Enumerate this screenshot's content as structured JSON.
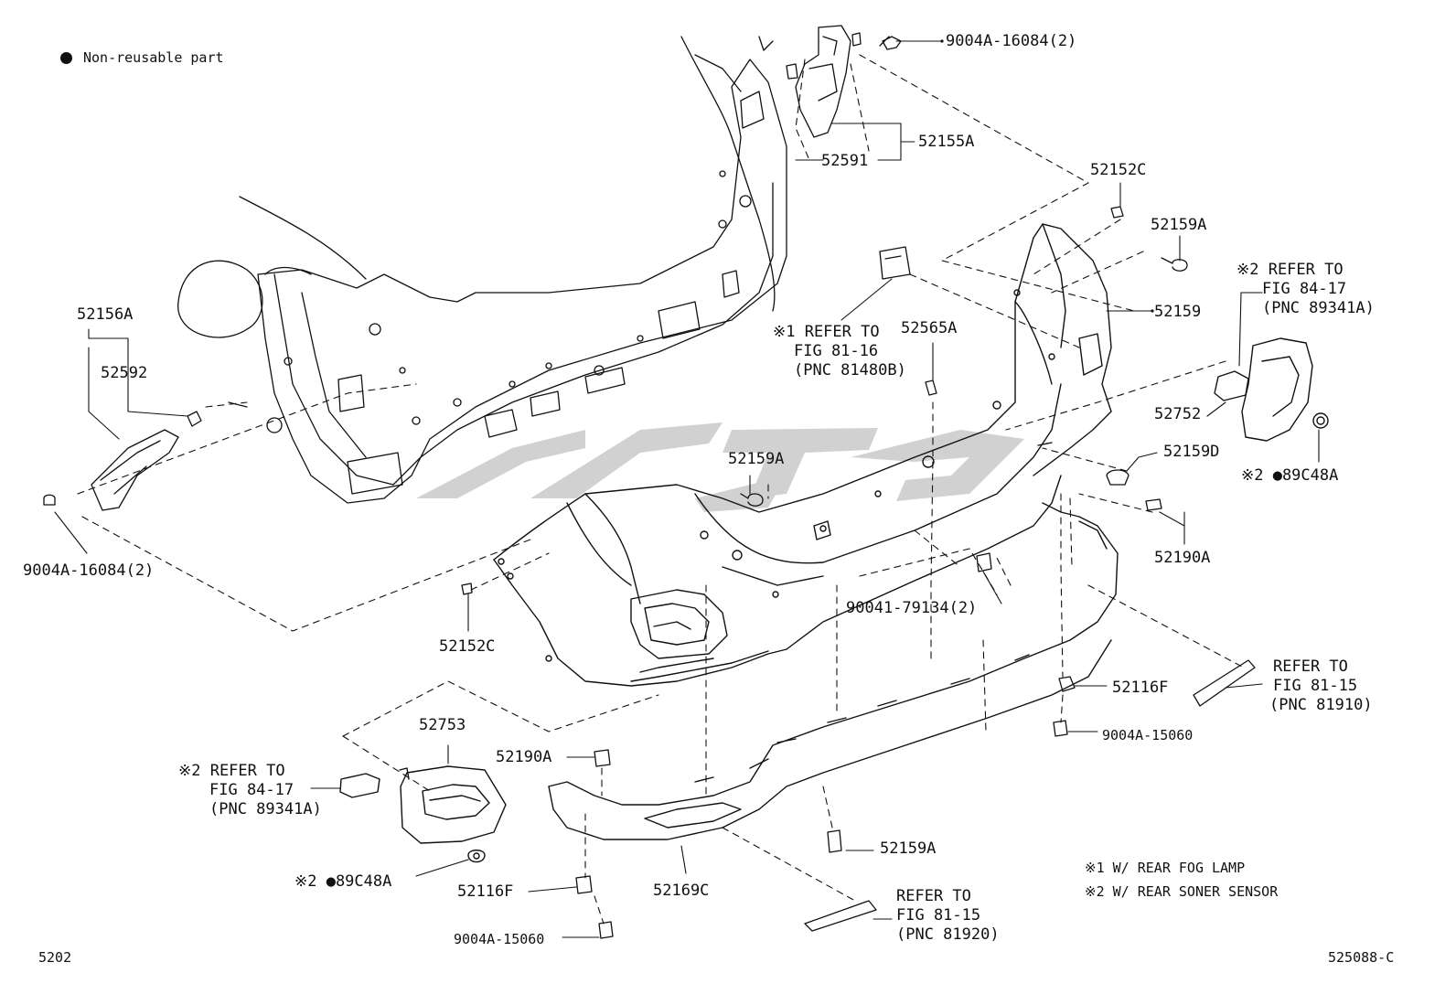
{
  "legend": {
    "non_reusable": "Non-reusable part"
  },
  "labels": {
    "p9004A_16084_top": "9004A-16084(2)",
    "p52155A": "52155A",
    "p52591": "52591",
    "p52152C_top": "52152C",
    "p52159A_top": "52159A",
    "p52159": "52159",
    "p52565A": "52565A",
    "p52156A": "52156A",
    "p52592": "52592",
    "p9004A_16084_left": "9004A-16084(2)",
    "p52159A_mid": "52159A",
    "p52159D": "52159D",
    "p52752": "52752",
    "p89C48A_right": "※2 ●89C48A",
    "p52190A_right": "52190A",
    "p52152C_left": "52152C",
    "p90041_79134": "90041-79134(2)",
    "p52116F_right": "52116F",
    "p9004A_15060_right": "9004A-15060",
    "p52753": "52753",
    "p52190A_left": "52190A",
    "p89C48A_left": "※2 ●89C48A",
    "p52116F_left": "52116F",
    "p52169C": "52169C",
    "p52159A_bottom": "52159A",
    "p9004A_15060_left": "9004A-15060"
  },
  "refs": {
    "fog_lamp": [
      "※1 REFER TO",
      "FIG 81-16",
      "(PNC 81480B)"
    ],
    "sonar_right": [
      "※2 REFER TO",
      "FIG 84-17",
      "(PNC 89341A)"
    ],
    "sonar_left": [
      "※2 REFER TO",
      "FIG 84-17",
      "(PNC 89341A)"
    ],
    "reflector_right": [
      "REFER TO",
      "FIG 81-15",
      "(PNC 81910)"
    ],
    "reflector_bottom": [
      "REFER TO",
      "FIG 81-15",
      "(PNC 81920)"
    ]
  },
  "notes": {
    "note1": "※1 W/ REAR FOG LAMP",
    "note2": "※2 W/ REAR SONER SENSOR"
  },
  "footer": {
    "page": "5202",
    "diagram_id": "525088-C"
  },
  "colors": {
    "ink": "#111111",
    "watermark": "#c9c9c9",
    "background": "#ffffff"
  }
}
